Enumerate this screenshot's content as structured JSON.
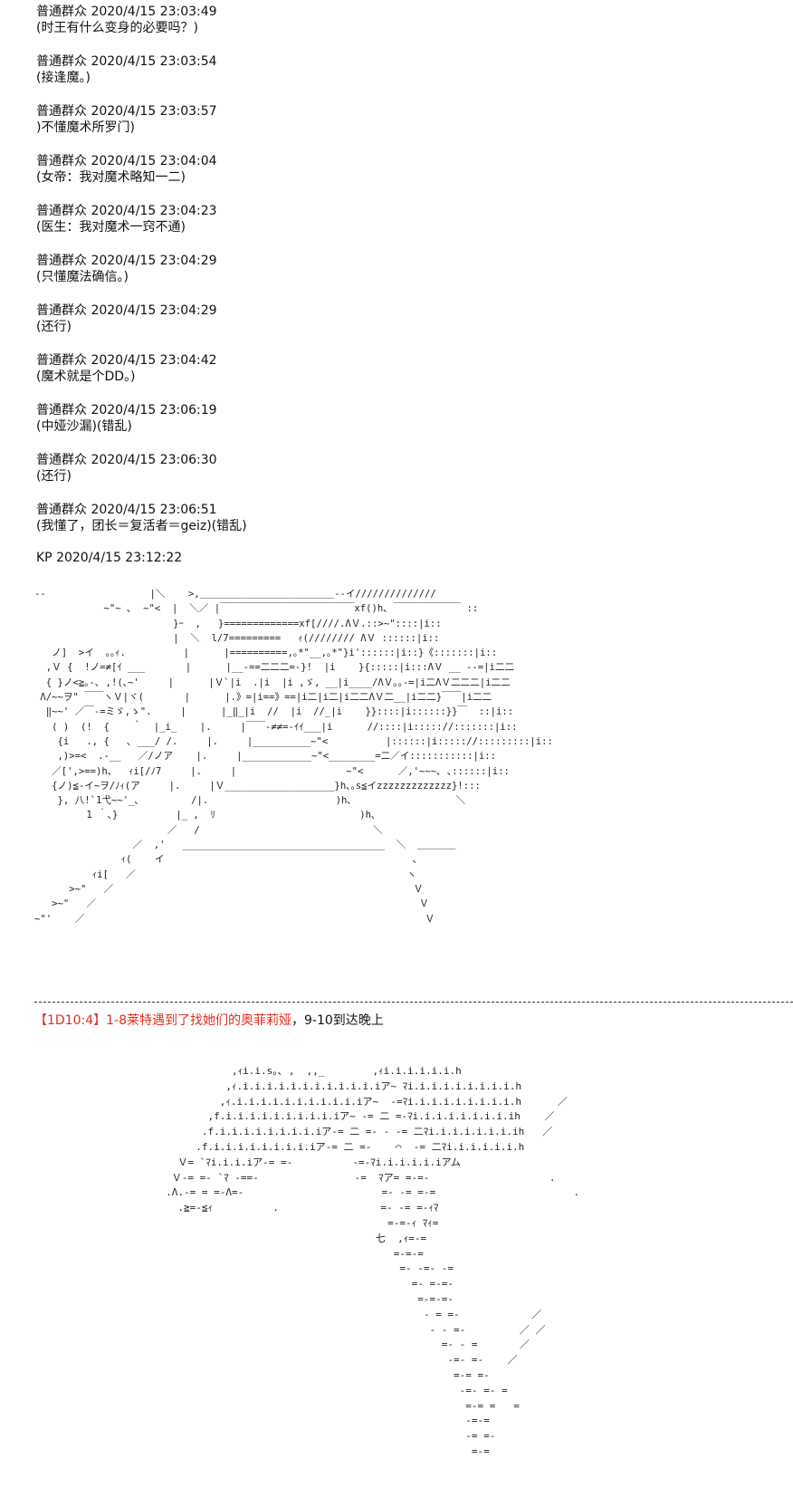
{
  "messages": [
    {
      "header": "普通群众 2020/4/15 23:03:49",
      "text": "(时王有什么变身的必要吗？)"
    },
    {
      "header": "普通群众 2020/4/15 23:03:54",
      "text": "(接逢魔。)"
    },
    {
      "header": "普通群众 2020/4/15 23:03:57",
      "text": ")不懂魔术所罗门)"
    },
    {
      "header": "普通群众 2020/4/15 23:04:04",
      "text": "(女帝：我对魔术略知一二)"
    },
    {
      "header": "普通群众 2020/4/15 23:04:23",
      "text": "(医生：我对魔术一窍不通)"
    },
    {
      "header": "普通群众 2020/4/15 23:04:29",
      "text": "(只懂魔法确信。)"
    },
    {
      "header": "普通群众 2020/4/15 23:04:29",
      "text": "(还行)"
    },
    {
      "header": "普通群众 2020/4/15 23:04:42",
      "text": "(魔术就是个DD。)"
    },
    {
      "header": "普通群众 2020/4/15 23:06:19",
      "text": "(中娅沙漏)(错乱)"
    },
    {
      "header": "普通群众 2020/4/15 23:06:30",
      "text": "(还行)"
    },
    {
      "header": "普通群众 2020/4/15 23:06:51",
      "text": "(我懂了，团长＝复活者＝geiz)(错乱)"
    }
  ],
  "kp_header": "KP 2020/4/15 23:12:22",
  "ascii_art_1": "--                  |＼    >,＿＿＿＿＿＿＿＿＿＿＿＿＿＿--イ//////////////\n            ~\"~ ､  ~\"<  |  ＼／ |￣￣￣￣￣￣￣￣￣￣￣￣￣￣xf()h､ ￣￣￣￣￣￣￣ ::\n                        }ｰ  ,   }=============xf[////.ΛＶ.::>~\"::::|i::\n                        |  ＼  l/7=========   ｨ(//////// ΛＶ ::::::|i::\n   ノ]  >イ  ｡｡ｨ.          |      |==========,｡*\"__,｡*\"}i'::::::|i::}《:::::::|i::\n  ,Ｖ {  !ノ=≠[ｲ ___       |      |__-==二二二=-}!  |i    }{:::::|i:::ΛＶ __ --=|i二二\n  { }ノ<≧｡-､ ,!(､~'     |      |Ｖ`|i  .|i  |i ,ゞ, __|i____/ΛＶ｡｡-=|i二ΛＶ二二二|i二二\n Λ/~~ヲ\" ￣￣ヽＶ|ヾ(       |      |.》=|i==》==|i二|i二|i二二ΛＶ二__|i二二}￣￣|i二二\n  ‖~~' ／￣-=ミゞ,ゝ\".     |      |_‖_|i  //  |i  //_|i    }}::::|i::::::}}￣  ::|i::\n   ( )  (!  {    ｀  |_i_    |.     |￣￣-≠≠=-ｲｲ___|i      //::::|i::::://:::::::|i::\n    {i   ., {   ､ ___/ /.     |.     |__________~\"<          |::::::|i::::://:::::::::|i::\n    ,)>=<  .-__   ／/ノア    |.     |____________~\"<________=二／イ:::::::::::|i::\n   ／[',>==)h、  ｨi[/ﾉ7     |.     |                   ~\"<      ／,'~~~､ ､::::::|i::\n   {ノ)≦-イ~ヲ/ﾉｨ(ア     |.     |Ｖ___________________}h､｡s≦イzzzzzzzzzzzzz}!:::\n    }, 八!`1弋~~'_､         /|.                      )h､                  ＼\n         1 ｀､}          |_ ,  ﾘ                         )h､\n                       ／   /                              ＼\n                 ／  ,'   ___________________________________  ＼  ＿＿＿＿\n               ｨ(    イ                                           ､\n          ｨi[   ／                                               ヽ\n      >~\"   ／                                                    Ｖ\n   >~\"   ／                                                        Ｖ\n~\"'    ／                                                           Ｖ",
  "dice_label": "【1D10:4】1-8莱特遇到了找她们的奥菲莉娅",
  "dice_tail": "，9-10到达晚上",
  "ascii_art_2": "                ,ｨi.i.s｡､ ,  ,,_        ,ｨi.i.i.i.i.i.h\n               ,ｨ.i.i.i.i.i.i.i.i.i.i.i.iア~ ﾏi.i.i.i.i.i.i.i.i.h\n              ,ｨ.i.i.i.i.i.i.i.i.i.i.iア~  -=ﾏi.i.i.i.i.i.i.i.i.h      ／\n            ,f.i.i.i.i.i.i.i.i.i.iア~ -= 二 =-ﾏi.i.i.i.i.i.i.i.ih    ／\n           .f.i.i.i.i.i.i.i.i.iア-= 二 =- - -= 二ﾏi.i.i.i.i.i.i.ih   ／\n          .f.i.i.i.i.i.i.i.i.iア-= 二 =-    ⌒  -= 二ﾏi.i.i.i.i.i.h\n       Ｖ= `ﾏi.i.i.iア-= =-          -=-ﾏi.i.i.i.i.iアム\n      Ｖ-= =- `ﾏ -==-                -=  ﾏア= =-=-                    .\n     .Λ.-= = =-Λ=-                       =- -= =-=                       .\n       .≧=-≦ｨ          .                 =- -= =-ｨﾏ\n                                          =-=-ｨ ﾏｨ=\n                                        七  ,ｨ=-=\n                                           =-=-=\n                                            =- -=- -=\n                                              =- =-=-\n                                               =-=-=-\n                                                - = =-            ／\n                                                 - - =-         ／ ／\n                                                   =- - =       ／\n                                                    -=- =-    ／\n                                                     =-= =-\n                                                      -=- =- =\n                                                       =-= =   =\n                                                       -=-=\n                                                       -= =-\n                                                        =-="
}
